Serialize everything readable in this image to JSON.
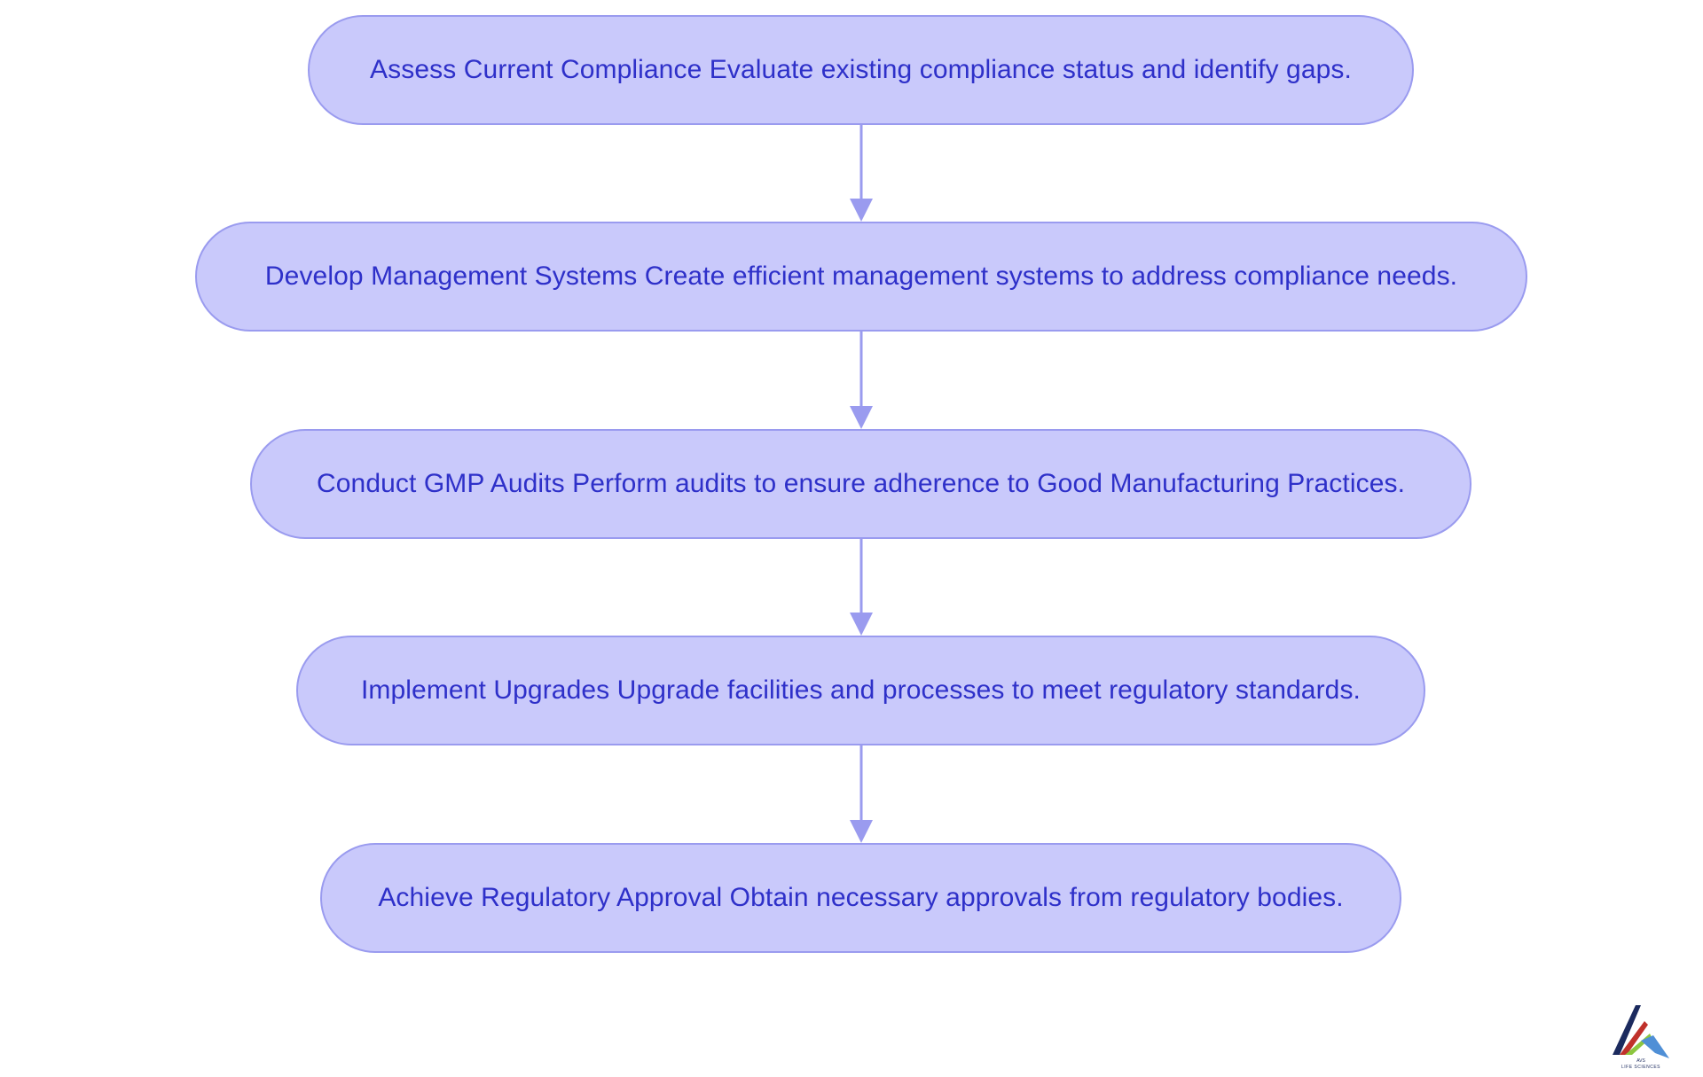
{
  "colors": {
    "node_fill": "#c9c9fb",
    "node_stroke": "#9a9bef",
    "node_text": "#2e30c9",
    "edge": "#9a9bef",
    "background": "#ffffff"
  },
  "flowchart": {
    "direction": "top-to-bottom",
    "nodes": [
      {
        "id": "assess",
        "label": "Assess Current Compliance Evaluate existing compliance status and identify gaps."
      },
      {
        "id": "develop",
        "label": "Develop Management Systems Create efficient management systems to address compliance needs."
      },
      {
        "id": "conduct",
        "label": "Conduct GMP Audits Perform audits to ensure adherence to Good Manufacturing Practices."
      },
      {
        "id": "implement",
        "label": "Implement Upgrades Upgrade facilities and processes to meet regulatory standards."
      },
      {
        "id": "achieve",
        "label": "Achieve Regulatory Approval Obtain necessary approvals from regulatory bodies."
      }
    ],
    "edges": [
      {
        "from": "assess",
        "to": "develop"
      },
      {
        "from": "develop",
        "to": "conduct"
      },
      {
        "from": "conduct",
        "to": "implement"
      },
      {
        "from": "implement",
        "to": "achieve"
      }
    ]
  },
  "logo": {
    "icon": "avs-life-sciences-logo",
    "wordmark_line1": "AVS",
    "wordmark_line2": "LIFE SCIENCES",
    "colors": [
      "#1b2a5e",
      "#c0312b",
      "#8cc63f",
      "#4f8fd6"
    ]
  }
}
